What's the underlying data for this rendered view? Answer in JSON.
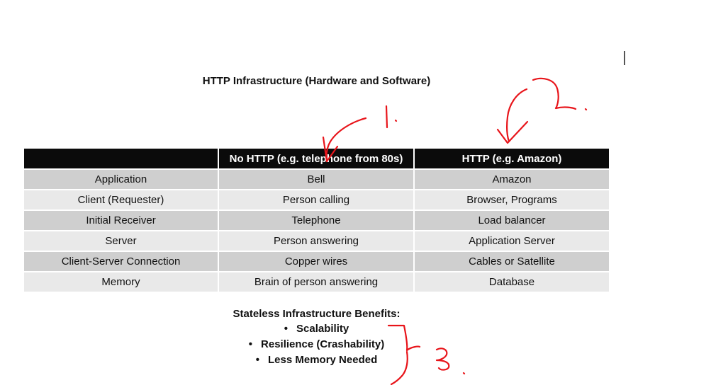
{
  "title": "HTTP Infrastructure (Hardware and Software)",
  "table": {
    "headers": [
      "",
      "No HTTP (e.g. telephone from 80s)",
      "HTTP (e.g. Amazon)"
    ],
    "rows": [
      [
        "Application",
        "Bell",
        "Amazon"
      ],
      [
        "Client (Requester)",
        "Person calling",
        "Browser, Programs"
      ],
      [
        "Initial Receiver",
        "Telephone",
        "Load balancer"
      ],
      [
        "Server",
        "Person answering",
        "Application Server"
      ],
      [
        "Client-Server Connection",
        "Copper wires",
        "Cables or Satellite"
      ],
      [
        "Memory",
        "Brain of person answering",
        "Database"
      ]
    ]
  },
  "benefits": {
    "heading": "Stateless Infrastructure Benefits:",
    "bullet_glyph": "•",
    "items": [
      "Scalability",
      "Resilience (Crashability)",
      "Less Memory Needed"
    ]
  },
  "annotation_color": "#e8141a"
}
